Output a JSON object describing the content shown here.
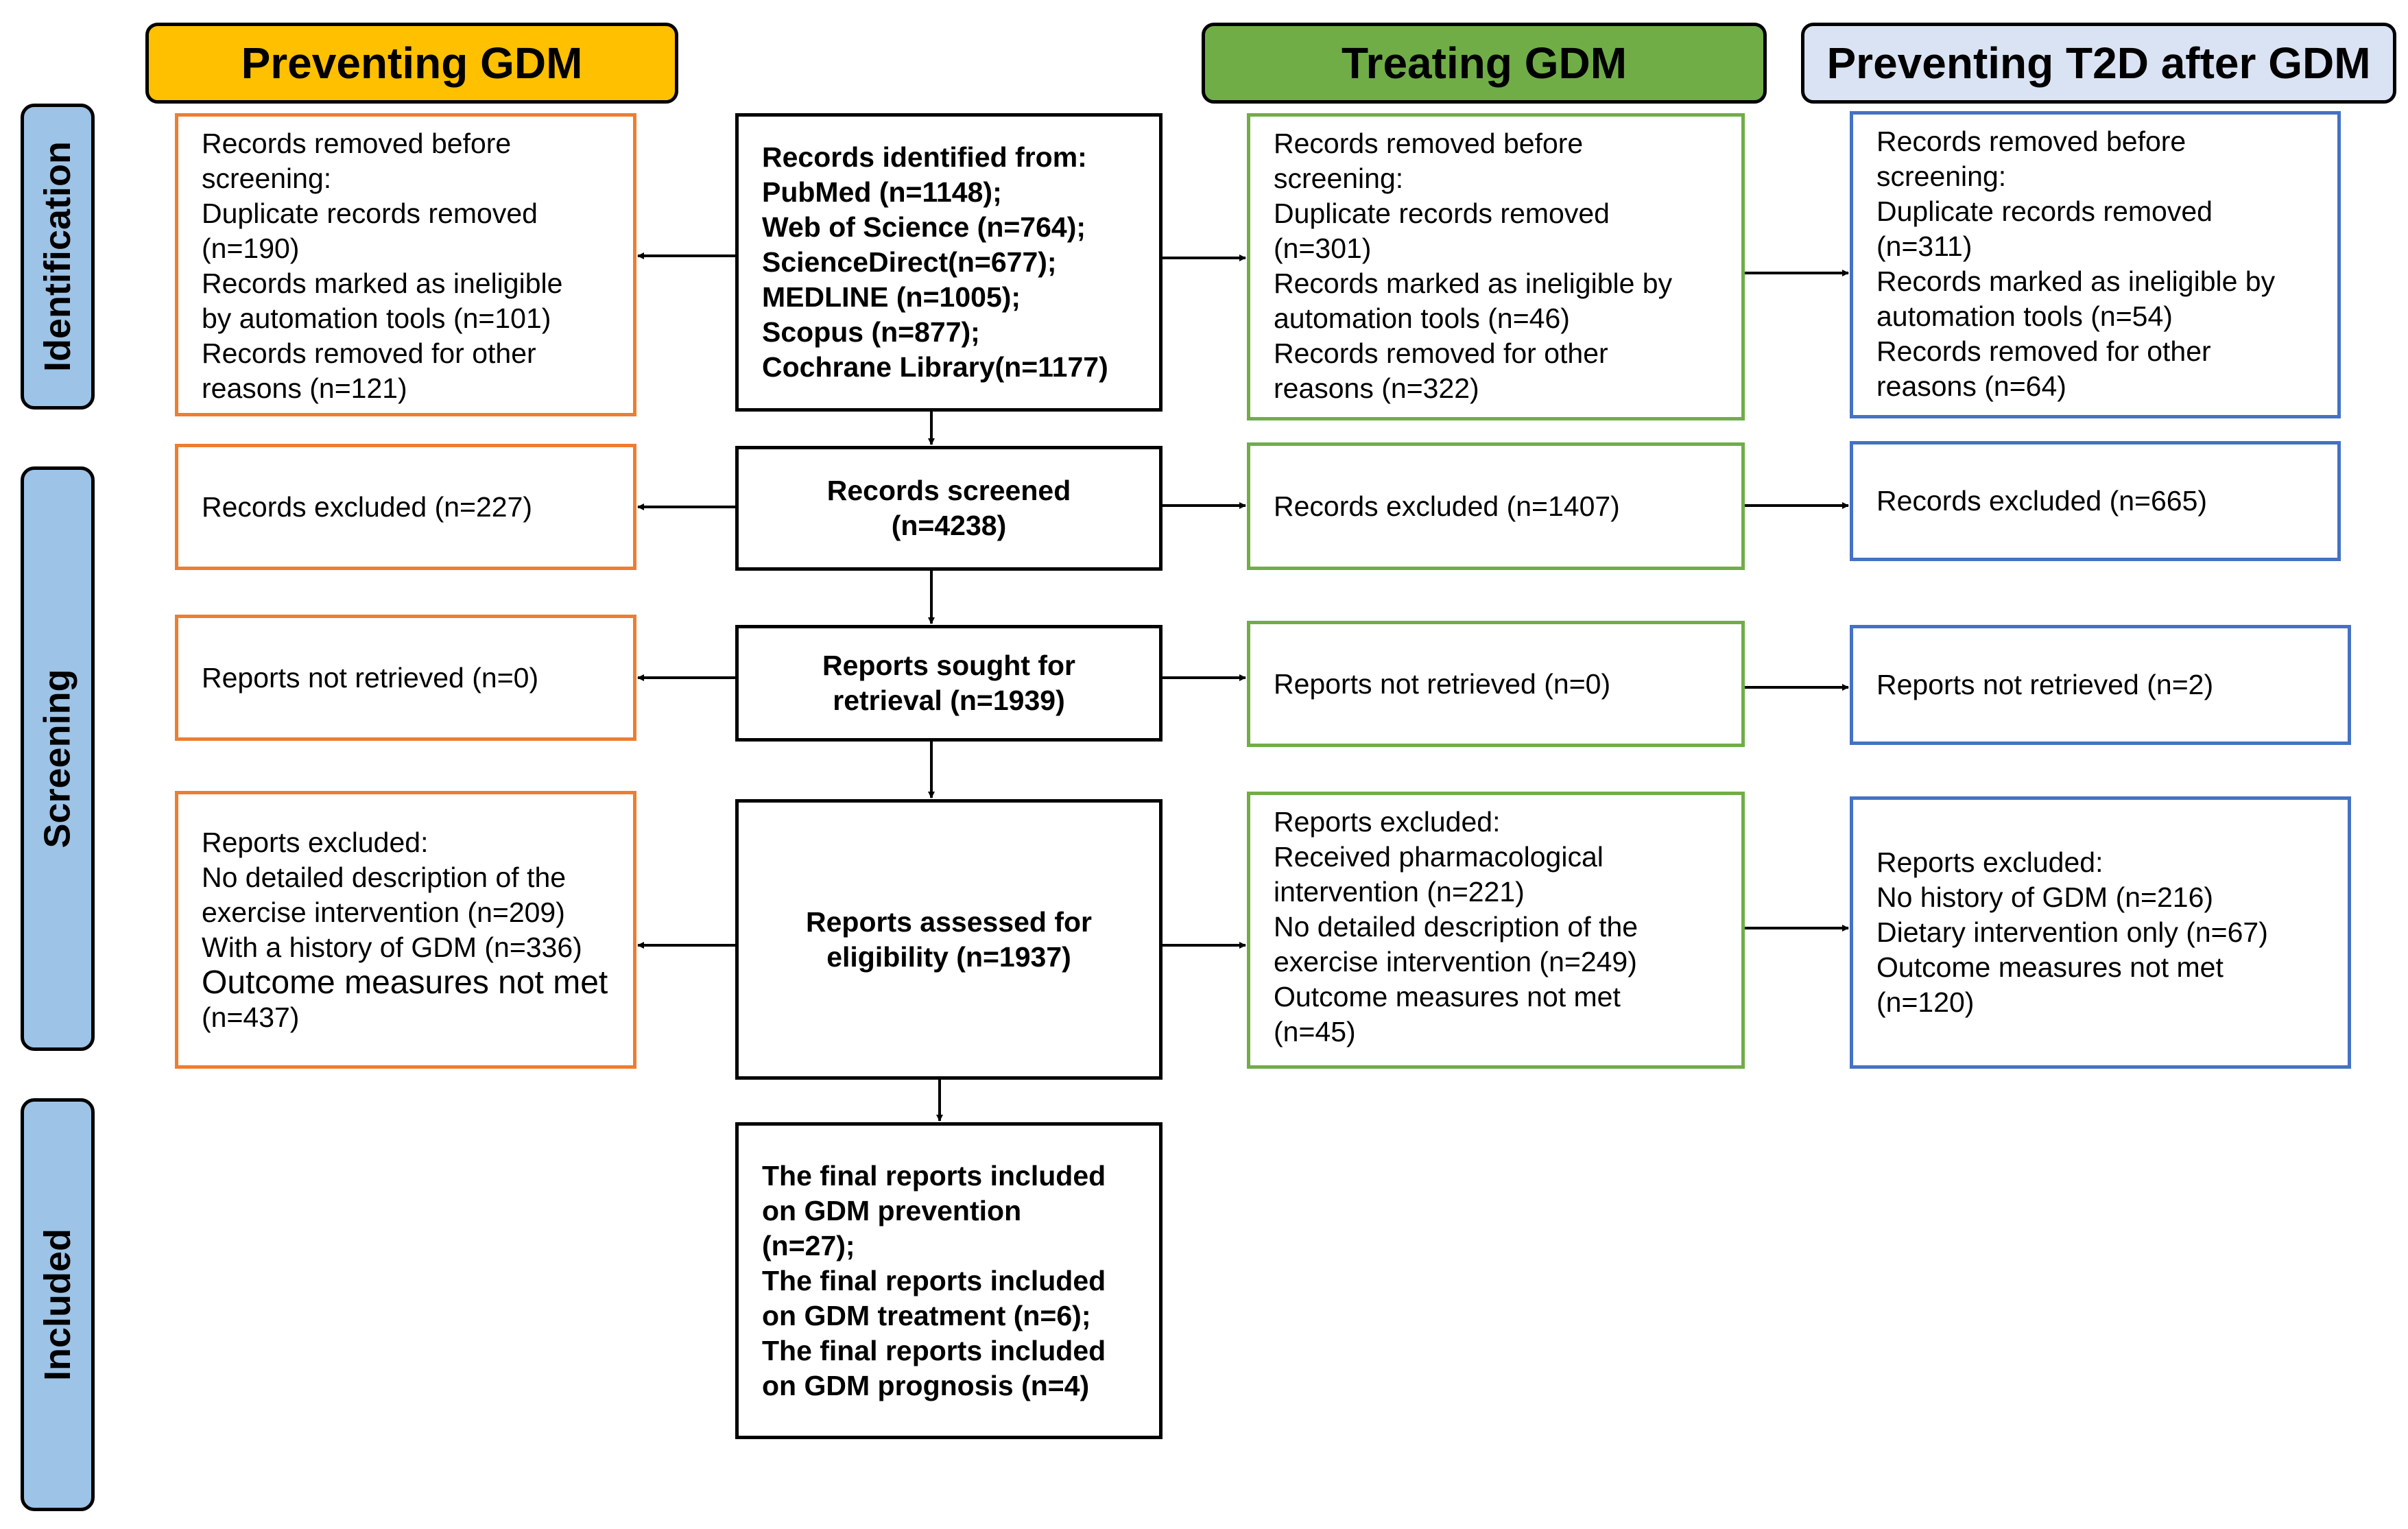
{
  "headers": {
    "preventing_gdm": "Preventing GDM",
    "treating_gdm": "Treating GDM",
    "preventing_t2d": "Preventing T2D after GDM"
  },
  "stages": {
    "identification": "Identification",
    "screening": "Screening",
    "included": "Included"
  },
  "center": {
    "identified": [
      "Records identified from:",
      "PubMed (n=1148);",
      "Web of Science (n=764);",
      "ScienceDirect(n=677);",
      "MEDLINE (n=1005);",
      "Scopus (n=877);",
      "Cochrane Library(n=1177)"
    ],
    "screened": [
      "Records screened",
      "(n=4238)"
    ],
    "sought": [
      "Reports sought for",
      "retrieval (n=1939)"
    ],
    "assessed": [
      "Reports assessed for",
      "eligibility (n=1937)"
    ],
    "included": [
      "The final reports included",
      "on GDM prevention",
      "(n=27);",
      "The final reports included",
      "on GDM treatment (n=6);",
      "The final reports included",
      "on GDM prognosis (n=4)"
    ]
  },
  "preventing": {
    "removed": [
      "Records removed before",
      "screening:",
      "Duplicate records removed",
      "(n=190)",
      "Records marked as ineligible",
      "by automation tools (n=101)",
      "Records removed for other",
      "reasons (n=121)"
    ],
    "excluded": "Records excluded (n=227)",
    "not_retrieved": "Reports not retrieved (n=0)",
    "reports_excluded": [
      "Reports excluded:",
      "No detailed description of the",
      "exercise intervention (n=209)",
      "With a history of GDM (n=336)",
      "Outcome measures not met",
      "(n=437)"
    ]
  },
  "treating": {
    "removed": [
      "Records removed before",
      "screening:",
      "Duplicate records removed",
      "(n=301)",
      "Records marked as ineligible by",
      "automation tools (n=46)",
      "Records removed for other",
      "reasons (n=322)"
    ],
    "excluded": "Records excluded (n=1407)",
    "not_retrieved": "Reports not retrieved (n=0)",
    "reports_excluded": [
      "Reports excluded:",
      "Received pharmacological",
      "intervention (n=221)",
      "No detailed description of the",
      "exercise intervention (n=249)",
      "Outcome measures not met",
      "(n=45)"
    ]
  },
  "t2d": {
    "removed": [
      "Records removed before",
      "screening:",
      "Duplicate records removed",
      "(n=311)",
      "Records marked as ineligible by",
      "automation tools (n=54)",
      "Records removed for other",
      "reasons (n=64)"
    ],
    "excluded": "Records excluded (n=665)",
    "not_retrieved": "Reports not retrieved (n=2)",
    "reports_excluded": [
      "Reports excluded:",
      "No history of GDM (n=216)",
      "Dietary intervention only (n=67)",
      "Outcome measures not met",
      "(n=120)"
    ]
  },
  "colors": {
    "preventing": "#ed7d31",
    "treating": "#70ad47",
    "t2d": "#4472c4",
    "header_preventing": "#ffc000",
    "header_treating": "#70ad47",
    "header_t2d": "#dae3f3",
    "stage_tab": "#9dc3e6"
  }
}
